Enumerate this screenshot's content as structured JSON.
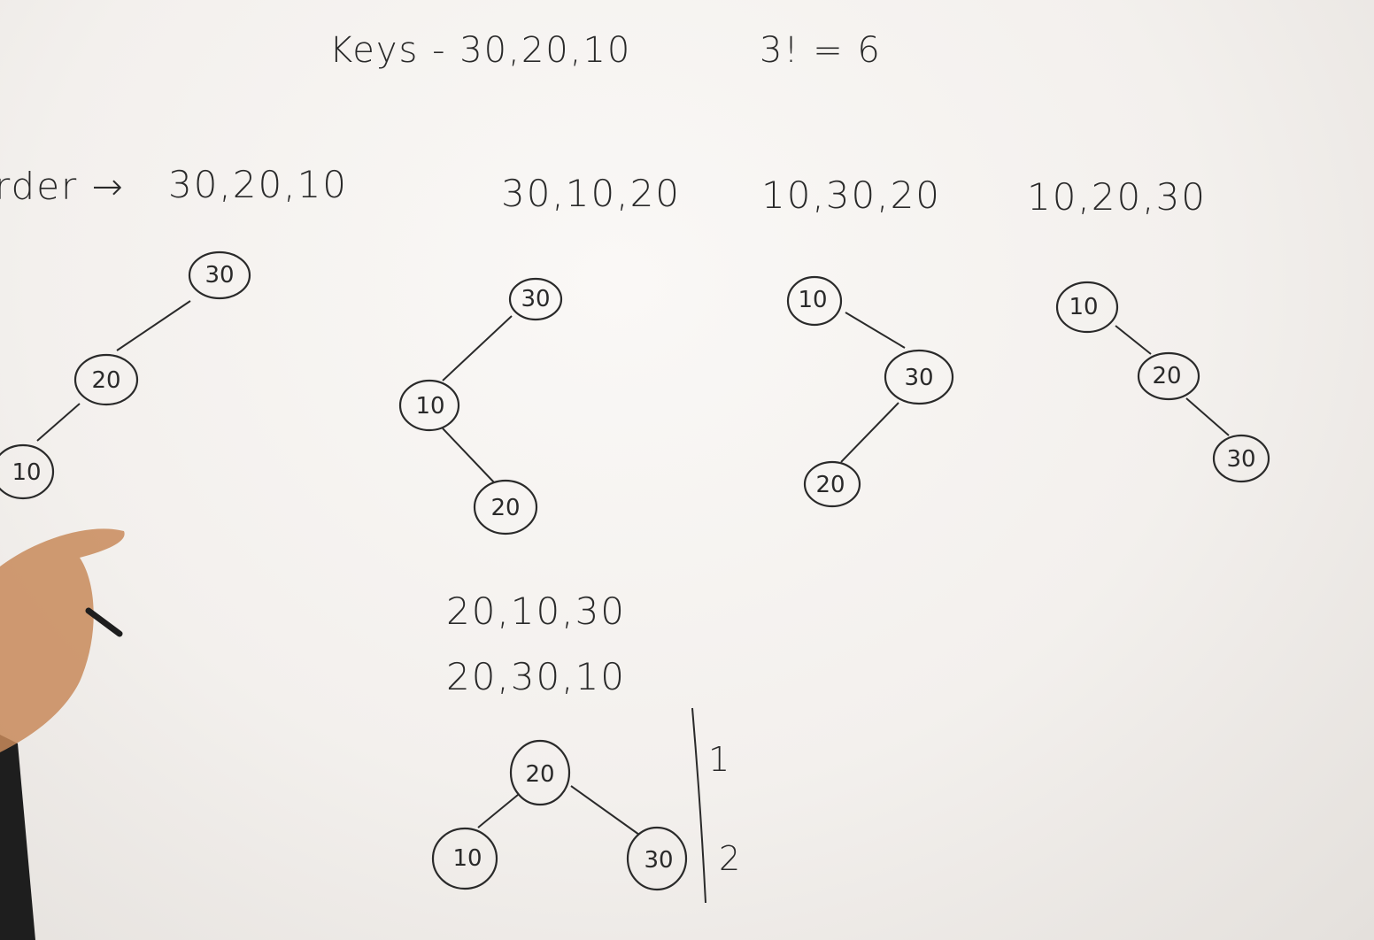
{
  "header": {
    "keys": "Keys - 30,20,10",
    "factorial": "3! = 6"
  },
  "row_label": "rder →",
  "sequences": {
    "s1": "30,20,10",
    "s2": "30,10,20",
    "s3": "10,30,20",
    "s4": "10,20,30",
    "s5": "20,10,30",
    "s6": "20,30,10"
  },
  "trees": {
    "t1": [
      "30",
      "20",
      "10"
    ],
    "t2": [
      "30",
      "10",
      "20"
    ],
    "t3": [
      "10",
      "30",
      "20"
    ],
    "t4": [
      "10",
      "20",
      "30"
    ],
    "t5": [
      "20",
      "10",
      "30"
    ]
  },
  "side_marks": {
    "one": "1",
    "two": "2"
  },
  "colors": {
    "ink": "#2a2a2a",
    "board": "#f6f4f1",
    "skin": "#c88a5a",
    "jacket": "#1e1e1e"
  }
}
